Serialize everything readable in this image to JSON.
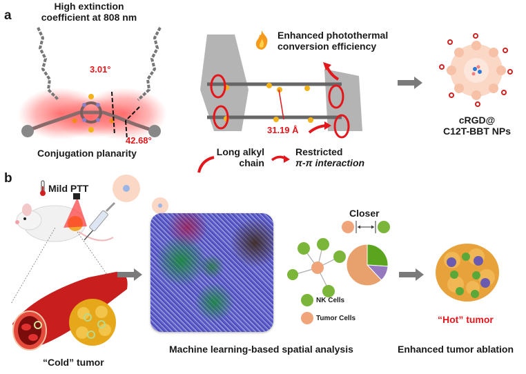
{
  "panel_a": {
    "label": "a",
    "molecule_top_title": [
      "High extinction",
      "coefficient at 808 nm"
    ],
    "angle_small": "3.01°",
    "angle_large": "42.68°",
    "conjugation_label": "Conjugation planarity",
    "photothermal_label": [
      "Enhanced photothermal",
      "conversion efficiency"
    ],
    "distance_label": "31.19 Å",
    "alkyl_label": [
      "Long alkyl",
      "chain"
    ],
    "restricted_label": [
      "Restricted",
      "π-π interaction"
    ],
    "nanoparticle_label": [
      "cRGD@",
      "C12T-BBT NPs"
    ],
    "icons": [
      "flame-icon",
      "rotation-arrow-icon",
      "right-arrow-icon"
    ]
  },
  "panel_b": {
    "label": "b",
    "mild_ptt_label": "Mild PTT",
    "cold_tumor_label": "“Cold” tumor",
    "ml_label": "Machine learning-based spatial analysis",
    "closer_label": "Closer",
    "legend": [
      {
        "name": "NK Cells",
        "color": "#7bb53a"
      },
      {
        "name": "Tumor Cells",
        "color": "#efa47a"
      }
    ],
    "hot_tumor_label": "“Hot” tumor",
    "ablation_label": "Enhanced tumor ablation",
    "pie_slices": [
      {
        "name": "Tumor Cells",
        "fraction": 0.62,
        "color": "#e8a06c"
      },
      {
        "name": "NK Cells",
        "fraction": 0.26,
        "color": "#5aa51d"
      },
      {
        "name": "Other",
        "fraction": 0.12,
        "color": "#9479bf"
      }
    ],
    "icons": [
      "thermometer-icon",
      "mouse-icon",
      "laser-icon",
      "syringe-icon",
      "blood-vessel-icon",
      "tumor-icon",
      "spatial-map-image"
    ]
  },
  "colors": {
    "accent_red": "#e3161b",
    "arrow_gray": "#7a7a7a",
    "nk_green": "#7bb53a",
    "tumor_orange": "#efa47a",
    "purple": "#6a5bb0"
  }
}
